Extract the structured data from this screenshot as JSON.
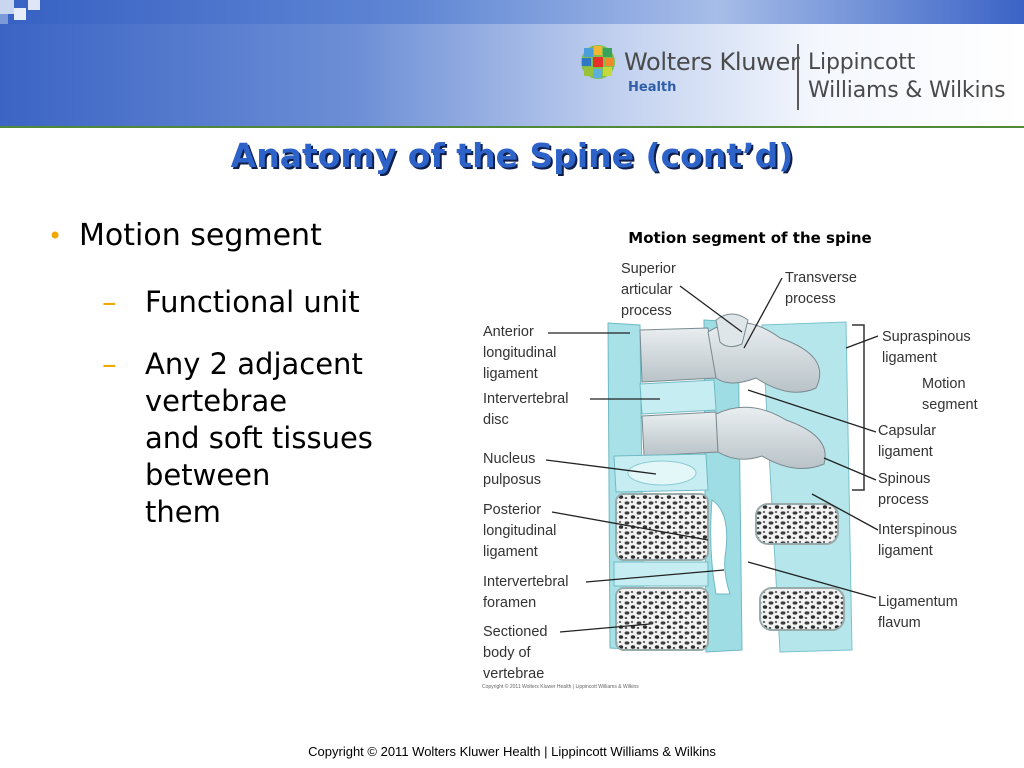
{
  "header": {
    "publisher": "Wolters Kluwer",
    "publisher_sub": "Health",
    "imprint_line1": "Lippincott",
    "imprint_line2": "Williams & Wilkins"
  },
  "slide": {
    "title": "Anatomy of the Spine (cont’d)",
    "bullet": "Motion segment",
    "sub_bullets": [
      "Functional unit",
      [
        "Any 2 adjacent",
        "vertebrae",
        "and soft tissues",
        "between",
        "them"
      ]
    ]
  },
  "figure": {
    "caption": "Motion segment of the spine",
    "labels": {
      "superior_articular_process": [
        "Superior",
        "articular",
        "process"
      ],
      "transverse_process": [
        "Transverse",
        "process"
      ],
      "anterior_longitudinal_ligament": [
        "Anterior",
        "longitudinal",
        "ligament"
      ],
      "intervertebral_disc": [
        "Intervertebral",
        "disc"
      ],
      "nucleus_pulposus": [
        "Nucleus",
        "pulposus"
      ],
      "posterior_longitudinal_ligament": [
        "Posterior",
        "longitudinal",
        "ligament"
      ],
      "intervertebral_foramen": [
        "Intervertebral",
        "foramen"
      ],
      "sectioned_body": [
        "Sectioned",
        "body of",
        "vertebrae"
      ],
      "supraspinous_ligament": [
        "Supraspinous",
        "ligament"
      ],
      "motion_segment": [
        "Motion",
        "segment"
      ],
      "capsular_ligament": [
        "Capsular",
        "ligament"
      ],
      "spinous_process": [
        "Spinous",
        "process"
      ],
      "interspinous_ligament": [
        "Interspinous",
        "ligament"
      ],
      "ligamentum_flavum": [
        "Ligamentum",
        "flavum"
      ]
    },
    "copyright": "Copyright © 2011 Wolters Kluwer Health | Lippincott Williams & Wilkins"
  },
  "footer": {
    "copyright": "Copyright © 2011 Wolters Kluwer Health | Lippincott Williams & Wilkins"
  },
  "colors": {
    "title": "#2d63c8",
    "bullet_marker": "#f0a800",
    "header_blue": "#3b64c4",
    "ligament_cyan": "#9fdde4"
  }
}
